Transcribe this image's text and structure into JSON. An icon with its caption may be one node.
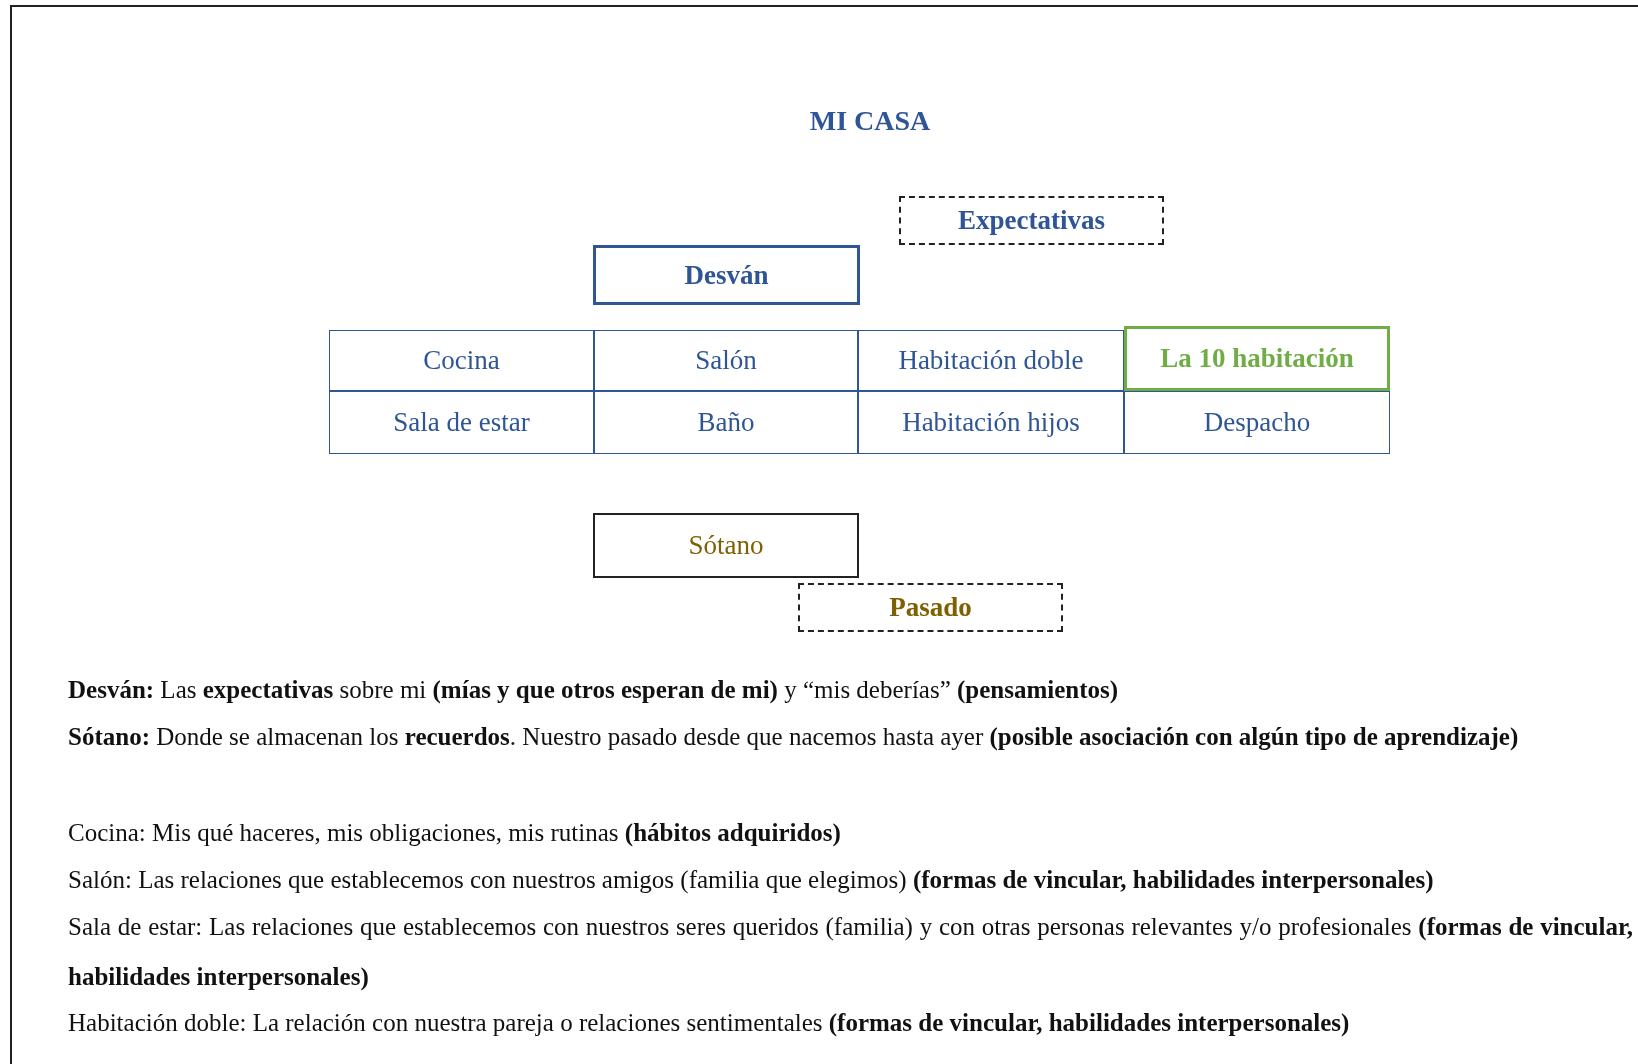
{
  "diagram": {
    "title": "MI CASA",
    "nodes": [
      {
        "text": [
          "Expectativas"
        ]
      },
      {
        "text": [
          "Desván"
        ]
      },
      {
        "text": [
          "Cocina"
        ]
      },
      {
        "text": [
          "Salón"
        ]
      },
      {
        "text": [
          "Habitación doble"
        ]
      },
      {
        "text": [
          "La 10 habitación"
        ]
      },
      {
        "text": [
          "Sala de estar"
        ]
      },
      {
        "text": [
          "Baño"
        ]
      },
      {
        "text": [
          "Habitación hijos"
        ]
      },
      {
        "text": [
          "Despacho"
        ]
      },
      {
        "text": [
          "Sótano"
        ]
      },
      {
        "text": [
          "Pasado"
        ]
      }
    ],
    "labels": [
      "**Desván:** Las **expectativas** sobre mi **(mías y que otros esperan de mi)** y “mis deberías” **(pensamientos)**",
      "**Sótano:** Donde se almacenan los **recuerdos**. Nuestro pasado desde que nacemos hasta ayer **(posible asociación con algún tipo de aprendizaje)**",
      "Cocina: Mis qué haceres, mis obligaciones, mis rutinas **(hábitos adquiridos)**",
      "Salón: Las relaciones que establecemos con nuestros amigos (familia que elegimos) **(formas de vincular, habilidades interpersonales)**",
      "Sala de estar: Las relaciones que establecemos con nuestros seres queridos (familia) y con otras personas relevantes y/o profesionales **(formas de vincular, habilidades interpersonales)**",
      "Habitación doble: La relación con nuestra pareja o relaciones sentimentales **(formas de vincular, habilidades interpersonales)**"
    ]
  }
}
